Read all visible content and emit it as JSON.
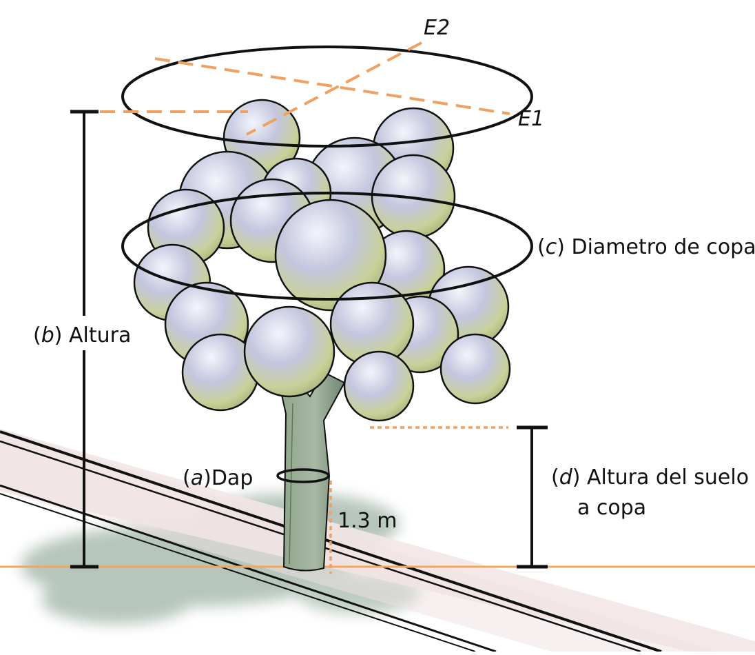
{
  "labels": {
    "e2": "E2",
    "e1": "E1",
    "c_letter": "c",
    "c_text": "Diametro de copa",
    "b_letter": "b",
    "b_text": "Altura",
    "a_letter": "a",
    "a_text": "Dap",
    "measure": "1.3 m",
    "d_letter": "d",
    "d_text_1": "Altura del suelo",
    "d_text_2": "a copa"
  },
  "colors": {
    "guide_orange": "#f0a060",
    "ground_orange": "#f0a860",
    "line_black": "#111111",
    "foliage_light": "#eef0f8",
    "foliage_blue": "#b7bbd6",
    "foliage_green": "#c7cf98",
    "trunk": "#8fa58a",
    "shadow": "#9fb3a6",
    "sidewalk": "#f3e6e6"
  }
}
